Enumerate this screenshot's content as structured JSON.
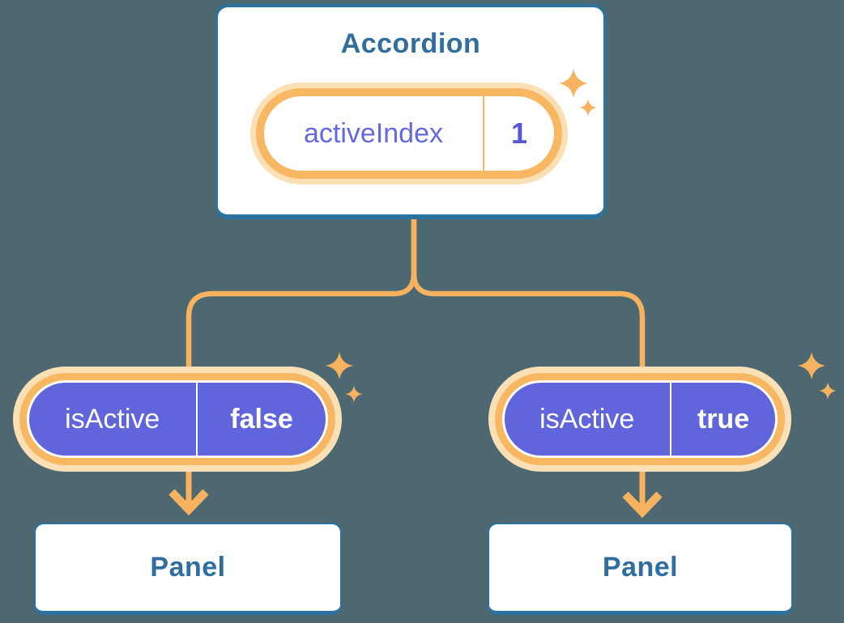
{
  "colors": {
    "background": "#4D6871",
    "card_border": "#2A72A0",
    "card_text": "#2F6E9E",
    "orange": "#F6B25F",
    "orange_ring": "#F7B763",
    "orange_glow": "#FBE0B6",
    "purple": "#6065DB",
    "purple_text": "#6569E1",
    "purple_value": "#5558D6",
    "white": "#FFFFFF"
  },
  "icons": {
    "sparkle": "four-point-star"
  },
  "diagram": {
    "root": {
      "title": "Accordion",
      "state": {
        "label": "activeIndex",
        "value": "1"
      }
    },
    "children": [
      {
        "prop": {
          "label": "isActive",
          "value": "false"
        },
        "child": {
          "title": "Panel"
        }
      },
      {
        "prop": {
          "label": "isActive",
          "value": "true"
        },
        "child": {
          "title": "Panel"
        }
      }
    ]
  }
}
